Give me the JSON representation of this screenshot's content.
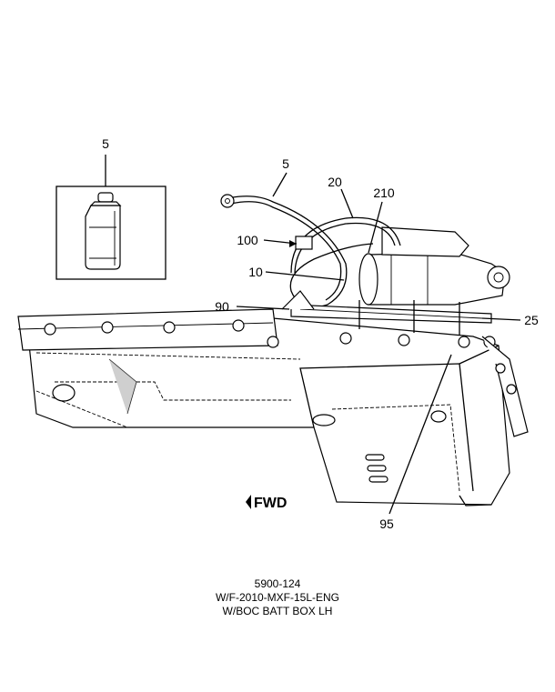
{
  "callouts": {
    "oil_bottle": "5",
    "hose": "5",
    "cable": "20",
    "starter": "210",
    "clamp_100": "100",
    "cable_10": "10",
    "bracket_90": "90",
    "strap_25": "25",
    "box_95": "95"
  },
  "fwd_label": "FWD",
  "caption": {
    "line1": "5900-124",
    "line2": "W/F-2010-MXF-15L-ENG",
    "line3": "W/BOC BATT BOX LH"
  }
}
